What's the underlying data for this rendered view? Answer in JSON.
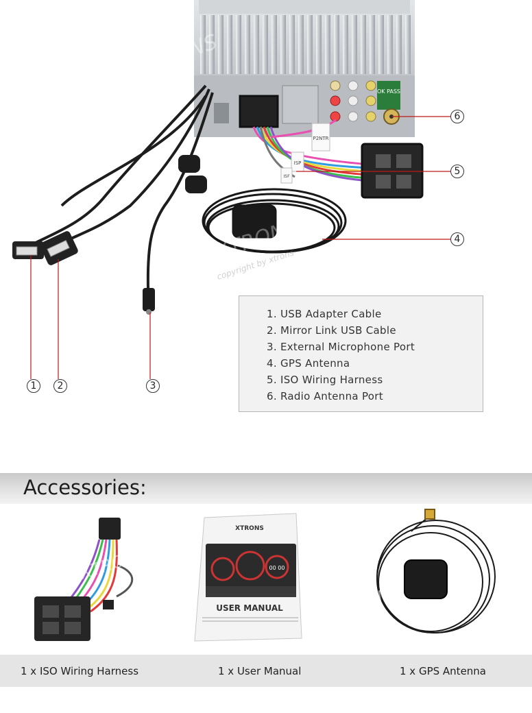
{
  "brand": {
    "name": "XTRONS",
    "watermark_sub": "copyright by xtrons"
  },
  "product_labels": {
    "side_label": "OK PASS",
    "plug_p2": "P2NTR",
    "plug_isp": "ISP",
    "plug_isf": "ISF"
  },
  "callouts": [
    "1",
    "2",
    "3",
    "4",
    "5",
    "6"
  ],
  "legend": {
    "items": [
      "1. USB Adapter Cable",
      "2. Mirror Link USB Cable",
      "3. External Microphone Port",
      "4. GPS Antenna",
      "5. ISO Wiring Harness",
      "6. Radio Antenna Port"
    ]
  },
  "accessories": {
    "title": "Accessories:",
    "manual_cover": {
      "brand": "XTRONS",
      "clock": "00 00",
      "title": "USER MANUAL"
    },
    "captions": [
      "1 x  ISO Wiring Harness",
      "1 x User Manual",
      "1 x GPS Antenna"
    ]
  },
  "colors": {
    "banner_dark": "#c9c9c9",
    "banner_light": "#f3f3f3",
    "caption_bar": "#e5e5e5",
    "legend_bg": "#f2f2f2",
    "callout_line": "#c01818",
    "chassis": "#c8ccd0"
  }
}
